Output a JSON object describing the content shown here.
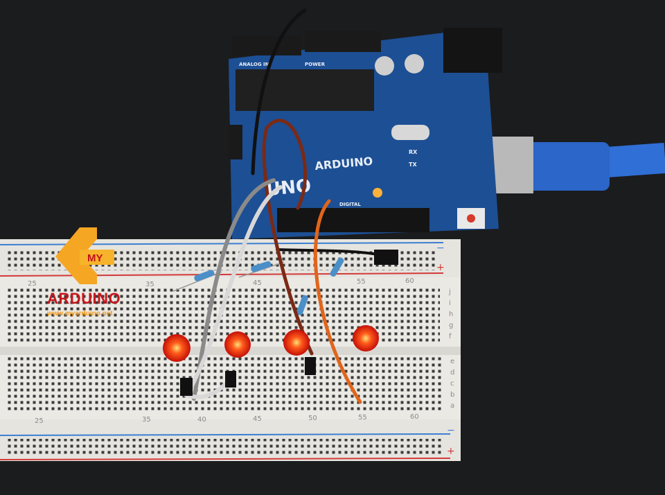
{
  "watermark": {
    "top": "MY",
    "brand": "ARDUINO",
    "url": "www.myarduino.net"
  },
  "board": {
    "brand": "ARDUINO",
    "model": "UNO",
    "labels": {
      "rx": "RX",
      "tx": "TX",
      "power": "POWER",
      "analog": "ANALOG IN",
      "digital": "DIGITAL"
    }
  },
  "breadboard": {
    "top_numbers": [
      "25",
      "35",
      "45",
      "55",
      "60"
    ],
    "bottom_numbers": [
      "25",
      "35",
      "40",
      "45",
      "50",
      "55",
      "60"
    ],
    "upper_rows": [
      "j",
      "i",
      "h",
      "g",
      "f"
    ],
    "lower_rows": [
      "e",
      "d",
      "c",
      "b",
      "a"
    ],
    "rail_minus": "−",
    "rail_plus": "+"
  },
  "colors": {
    "background": "#1b1c1e",
    "board": "#1d4f94",
    "breadboard": "#ebe9e4",
    "led": "#ff2a10",
    "usb_cable": "#2f6fd6",
    "watermark_orange": "#f5a623",
    "watermark_red": "#c4161c"
  }
}
